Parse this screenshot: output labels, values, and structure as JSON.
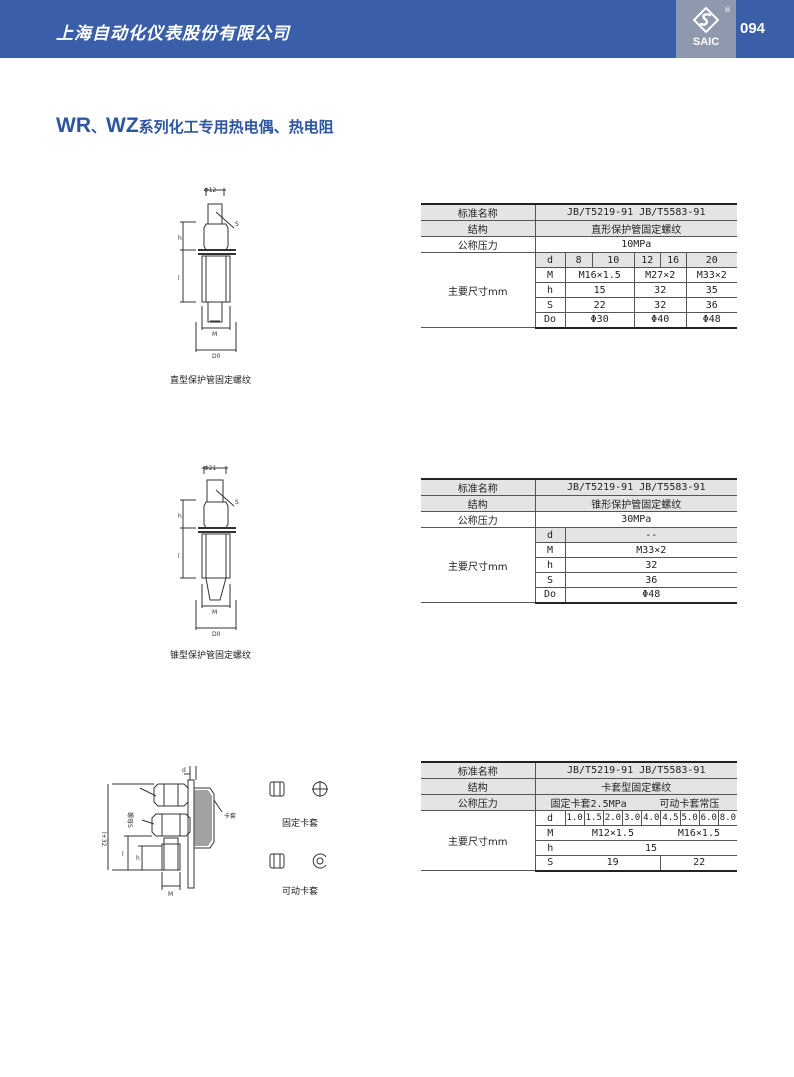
{
  "header": {
    "company": "上海自动化仪表股份有限公司",
    "logo_text": "SAIC",
    "logo_reg": "®",
    "page_number": "094"
  },
  "title": {
    "latin_1": "WR",
    "sep": "、",
    "latin_2": "WZ",
    "rest": "系列化工专用热电偶、热电阻"
  },
  "figures": {
    "fig1": {
      "caption": "直型保护管固定螺纹",
      "dim_top": "Φ12",
      "s": "S",
      "h": "h",
      "l": "l",
      "m": "M",
      "d0": "D0"
    },
    "fig2": {
      "caption": "锥型保护管固定螺纹",
      "dim_top": "Φ21",
      "s": "S",
      "h": "h",
      "l": "l",
      "m": "M",
      "d0": "D0"
    },
    "fig3": {
      "label_fixed": "固定卡套",
      "label_movable": "可动卡套",
      "ferrule": "卡套",
      "cap_nut": "螺母S",
      "l_total": "l+32",
      "l": "l",
      "h": "h",
      "m": "M",
      "d": "d"
    }
  },
  "table1": {
    "std_label": "标准名称",
    "std_value": "JB/T5219-91        JB/T5583-91",
    "struct_label": "结构",
    "struct_value": "直形保护管固定螺纹",
    "pressure_label": "公称压力",
    "pressure_value": "10MPa",
    "dim_label": "主要尺寸mm",
    "d_sym": "d",
    "d_vals": [
      "8",
      "10",
      "12",
      "16",
      "20"
    ],
    "m_sym": "M",
    "m_vals": [
      "M16×1.5",
      "M27×2",
      "M33×2"
    ],
    "h_sym": "h",
    "h_vals": [
      "15",
      "32",
      "35"
    ],
    "s_sym": "S",
    "s_vals": [
      "22",
      "32",
      "36"
    ],
    "d0_sym": "Do",
    "d0_vals": [
      "Φ30",
      "Φ40",
      "Φ48"
    ]
  },
  "table2": {
    "std_label": "标准名称",
    "std_value": "JB/T5219-91        JB/T5583-91",
    "struct_label": "结构",
    "struct_value": "锥形保护管固定螺纹",
    "pressure_label": "公称压力",
    "pressure_value": "30MPa",
    "dim_label": "主要尺寸mm",
    "d_sym": "d",
    "d_val": "--",
    "m_sym": "M",
    "m_val": "M33×2",
    "h_sym": "h",
    "h_val": "32",
    "s_sym": "S",
    "s_val": "36",
    "d0_sym": "Do",
    "d0_val": "Φ48"
  },
  "table3": {
    "std_label": "标准名称",
    "std_value": "JB/T5219-91        JB/T5583-91",
    "struct_label": "结构",
    "struct_value": "卡套型固定螺纹",
    "pressure_label": "公称压力",
    "pressure_fixed": "固定卡套2.5MPa",
    "pressure_movable": "可动卡套常压",
    "dim_label": "主要尺寸mm",
    "d_sym": "d",
    "d_vals": [
      "1.0",
      "1.5",
      "2.0",
      "3.0",
      "4.0",
      "4.5",
      "5.0",
      "6.0",
      "8.0"
    ],
    "m_sym": "M",
    "m_vals": [
      "M12×1.5",
      "M16×1.5"
    ],
    "h_sym": "h",
    "h_val": "15",
    "s_sym": "S",
    "s_vals": [
      "19",
      "22"
    ]
  }
}
